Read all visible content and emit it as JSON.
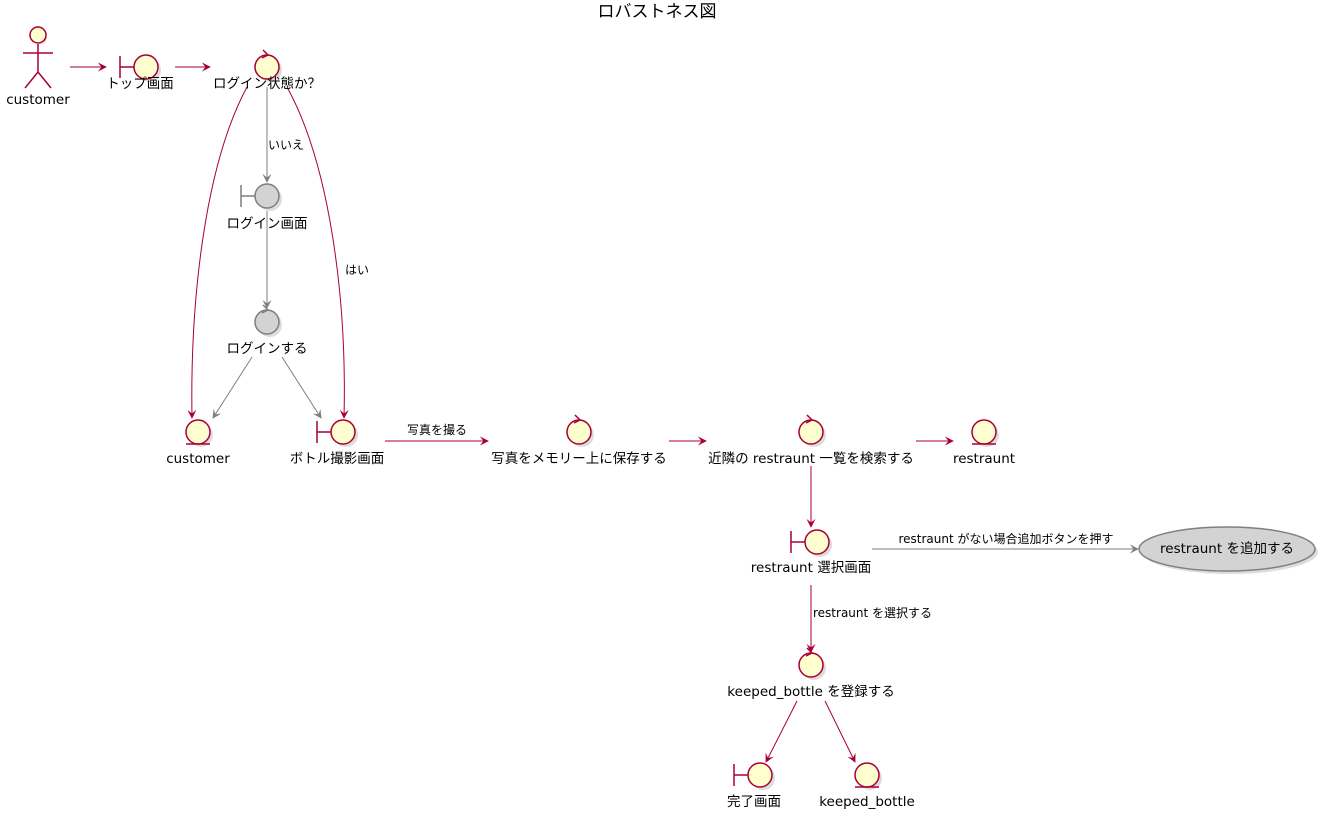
{
  "title": "ロバストネス図",
  "colors": {
    "node_fill": "#FEFECE",
    "node_stroke": "#A80036",
    "edge_main": "#A80036",
    "gray_fill": "#D3D3D3",
    "gray_stroke": "#7F7F7F",
    "shadow": "#DDDDDD"
  },
  "nodes": {
    "actor_customer": {
      "type": "actor",
      "label": "customer"
    },
    "top_screen": {
      "type": "boundary",
      "label": "トップ画面"
    },
    "login_check": {
      "type": "control",
      "label": "ログイン状態か？"
    },
    "login_screen": {
      "type": "boundary",
      "label": "ログイン画面",
      "gray": true
    },
    "do_login": {
      "type": "control",
      "label": "ログインする",
      "gray": true
    },
    "customer_entity": {
      "type": "entity",
      "label": "customer"
    },
    "bottle_capture_screen": {
      "type": "boundary",
      "label": "ボトル撮影画面"
    },
    "save_photo": {
      "type": "control",
      "label": "写真をメモリー上に保存する"
    },
    "search_restraunt": {
      "type": "control",
      "label": "近隣の restraunt 一覧を検索する"
    },
    "restraunt_entity": {
      "type": "entity",
      "label": "restraunt"
    },
    "restraunt_select_screen": {
      "type": "boundary",
      "label": "restraunt 選択画面"
    },
    "add_restraunt": {
      "type": "usecase",
      "label": "restraunt を追加する",
      "gray": true
    },
    "register_keeped_bottle": {
      "type": "control",
      "label": "keeped_bottle を登録する"
    },
    "complete_screen": {
      "type": "boundary",
      "label": "完了画面"
    },
    "keeped_bottle_entity": {
      "type": "entity",
      "label": "keeped_bottle"
    }
  },
  "edges": [
    {
      "from": "actor_customer",
      "to": "top_screen",
      "label": "",
      "gray": false
    },
    {
      "from": "top_screen",
      "to": "login_check",
      "label": "",
      "gray": false
    },
    {
      "from": "login_check",
      "to": "login_screen",
      "label": "いいえ",
      "gray": true
    },
    {
      "from": "login_screen",
      "to": "do_login",
      "label": "",
      "gray": true
    },
    {
      "from": "do_login",
      "to": "customer_entity",
      "label": "",
      "gray": true
    },
    {
      "from": "do_login",
      "to": "bottle_capture_screen",
      "label": "",
      "gray": true
    },
    {
      "from": "login_check",
      "to": "customer_entity",
      "label": "",
      "gray": false
    },
    {
      "from": "login_check",
      "to": "bottle_capture_screen",
      "label": "はい",
      "gray": false
    },
    {
      "from": "bottle_capture_screen",
      "to": "save_photo",
      "label": "写真を撮る",
      "gray": false
    },
    {
      "from": "save_photo",
      "to": "search_restraunt",
      "label": "",
      "gray": false
    },
    {
      "from": "search_restraunt",
      "to": "restraunt_entity",
      "label": "",
      "gray": false
    },
    {
      "from": "search_restraunt",
      "to": "restraunt_select_screen",
      "label": "",
      "gray": false
    },
    {
      "from": "restraunt_select_screen",
      "to": "add_restraunt",
      "label": "restraunt がない場合追加ボタンを押す",
      "gray": true
    },
    {
      "from": "restraunt_select_screen",
      "to": "register_keeped_bottle",
      "label": "restraunt を選択する",
      "gray": false
    },
    {
      "from": "register_keeped_bottle",
      "to": "complete_screen",
      "label": "",
      "gray": false
    },
    {
      "from": "register_keeped_bottle",
      "to": "keeped_bottle_entity",
      "label": "",
      "gray": false
    }
  ]
}
